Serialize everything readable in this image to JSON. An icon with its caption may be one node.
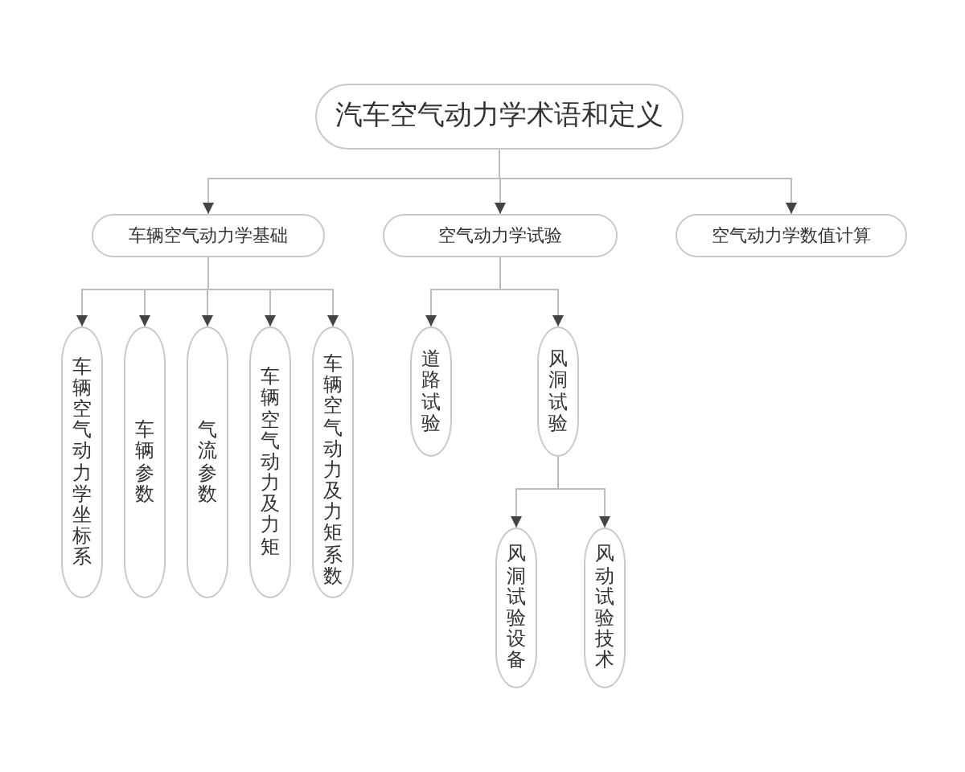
{
  "diagram": {
    "nodes": [
      {
        "text": [
          "汽车空气动力学术语和定义"
        ]
      },
      {
        "text": [
          "车辆空气动力学基础"
        ]
      },
      {
        "text": [
          "空气动力学试验"
        ]
      },
      {
        "text": [
          "空气动力学数值计算"
        ]
      },
      {
        "text": [
          "车辆空气动力学坐标系"
        ]
      },
      {
        "text": [
          "车辆参数"
        ]
      },
      {
        "text": [
          "气流参数"
        ]
      },
      {
        "text": [
          "车辆空气动力及力矩"
        ]
      },
      {
        "text": [
          "车辆空气动力及力矩系数"
        ]
      },
      {
        "text": [
          "道路试验"
        ]
      },
      {
        "text": [
          "风洞试验"
        ]
      },
      {
        "text": [
          "风洞试验设备"
        ]
      },
      {
        "text": [
          "风动试验技术"
        ]
      }
    ],
    "edges": [
      {
        "from": 0,
        "to": 1,
        "arrow": "to"
      },
      {
        "from": 0,
        "to": 2,
        "arrow": "to"
      },
      {
        "from": 0,
        "to": 3,
        "arrow": "to"
      },
      {
        "from": 1,
        "to": 4,
        "arrow": "to"
      },
      {
        "from": 1,
        "to": 5,
        "arrow": "to"
      },
      {
        "from": 1,
        "to": 6,
        "arrow": "to"
      },
      {
        "from": 1,
        "to": 7,
        "arrow": "to"
      },
      {
        "from": 1,
        "to": 8,
        "arrow": "to"
      },
      {
        "from": 2,
        "to": 9,
        "arrow": "to"
      },
      {
        "from": 2,
        "to": 10,
        "arrow": "to"
      },
      {
        "from": 10,
        "to": 11,
        "arrow": "to"
      },
      {
        "from": 10,
        "to": 12,
        "arrow": "to"
      }
    ]
  }
}
